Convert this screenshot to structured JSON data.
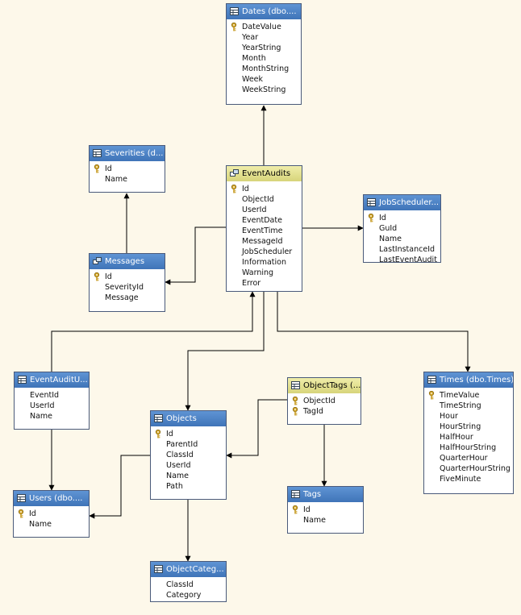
{
  "tables": [
    {
      "id": "dates",
      "title": "Dates (dbo....",
      "kind": "table",
      "columns": [
        {
          "name": "DateValue",
          "pk": true
        },
        {
          "name": "Year"
        },
        {
          "name": "YearString"
        },
        {
          "name": "Month"
        },
        {
          "name": "MonthString"
        },
        {
          "name": "Week"
        },
        {
          "name": "WeekString"
        }
      ]
    },
    {
      "id": "severities",
      "title": "Severities (d...",
      "kind": "table",
      "columns": [
        {
          "name": "Id",
          "pk": true
        },
        {
          "name": "Name"
        }
      ]
    },
    {
      "id": "eventaudits",
      "title": "EventAudits",
      "kind": "view",
      "selected": true,
      "columns": [
        {
          "name": "Id",
          "pk": true
        },
        {
          "name": "ObjectId"
        },
        {
          "name": "UserId"
        },
        {
          "name": "EventDate"
        },
        {
          "name": "EventTime"
        },
        {
          "name": "MessageId"
        },
        {
          "name": "JobScheduler"
        },
        {
          "name": "Information"
        },
        {
          "name": "Warning"
        },
        {
          "name": "Error"
        }
      ]
    },
    {
      "id": "jobscheduler",
      "title": "JobScheduler...",
      "kind": "table",
      "columns": [
        {
          "name": "Id",
          "pk": true
        },
        {
          "name": "GuId"
        },
        {
          "name": "Name"
        },
        {
          "name": "LastInstanceId"
        },
        {
          "name": "LastEventAudit"
        }
      ]
    },
    {
      "id": "messages",
      "title": "Messages",
      "kind": "view",
      "columns": [
        {
          "name": "Id",
          "pk": true
        },
        {
          "name": "SeverityId"
        },
        {
          "name": "Message"
        }
      ]
    },
    {
      "id": "eventauditusers",
      "title": "EventAuditU...",
      "kind": "table",
      "columns": [
        {
          "name": "EventId"
        },
        {
          "name": "UserId"
        },
        {
          "name": "Name"
        }
      ]
    },
    {
      "id": "objecttags",
      "title": "ObjectTags (...",
      "kind": "table",
      "selected": true,
      "columns": [
        {
          "name": "ObjectId",
          "pk": true
        },
        {
          "name": "TagId",
          "pk": true
        }
      ]
    },
    {
      "id": "times",
      "title": "Times (dbo.Times)",
      "kind": "table",
      "columns": [
        {
          "name": "TimeValue",
          "pk": true
        },
        {
          "name": "TimeString"
        },
        {
          "name": "Hour"
        },
        {
          "name": "HourString"
        },
        {
          "name": "HalfHour"
        },
        {
          "name": "HalfHourString"
        },
        {
          "name": "QuarterHour"
        },
        {
          "name": "QuarterHourString"
        },
        {
          "name": "FiveMinute"
        }
      ]
    },
    {
      "id": "objects",
      "title": "Objects",
      "kind": "table",
      "columns": [
        {
          "name": "Id",
          "pk": true
        },
        {
          "name": "ParentId"
        },
        {
          "name": "ClassId"
        },
        {
          "name": "UserId"
        },
        {
          "name": "Name"
        },
        {
          "name": "Path"
        }
      ]
    },
    {
      "id": "users",
      "title": "Users (dbo....",
      "kind": "table",
      "columns": [
        {
          "name": "Id",
          "pk": true
        },
        {
          "name": "Name"
        }
      ]
    },
    {
      "id": "tags",
      "title": "Tags",
      "kind": "table",
      "columns": [
        {
          "name": "Id",
          "pk": true
        },
        {
          "name": "Name"
        }
      ]
    },
    {
      "id": "objectcategories",
      "title": "ObjectCateg...",
      "kind": "table",
      "columns": [
        {
          "name": "ClassId"
        },
        {
          "name": "Category"
        }
      ]
    }
  ],
  "relationships": [
    {
      "from": "eventaudits",
      "to": "dates"
    },
    {
      "from": "messages",
      "to": "severities"
    },
    {
      "from": "eventaudits",
      "to": "messages"
    },
    {
      "from": "eventaudits",
      "to": "jobscheduler"
    },
    {
      "from": "eventauditusers",
      "to": "eventaudits"
    },
    {
      "from": "eventaudits",
      "to": "objects"
    },
    {
      "from": "eventaudits",
      "to": "times"
    },
    {
      "from": "eventauditusers",
      "to": "users"
    },
    {
      "from": "objects",
      "to": "users"
    },
    {
      "from": "objecttags",
      "to": "objects"
    },
    {
      "from": "objecttags",
      "to": "tags"
    },
    {
      "from": "objects",
      "to": "objectcategories"
    }
  ],
  "colors": {
    "background": "#fdf8ea",
    "header": "#4a80c4",
    "header_selected": "#e4e190",
    "line": "#000000",
    "key": "#d4a628"
  },
  "icons": {
    "table": "table-grid-icon",
    "view": "view-icon",
    "key": "primary-key-icon"
  }
}
